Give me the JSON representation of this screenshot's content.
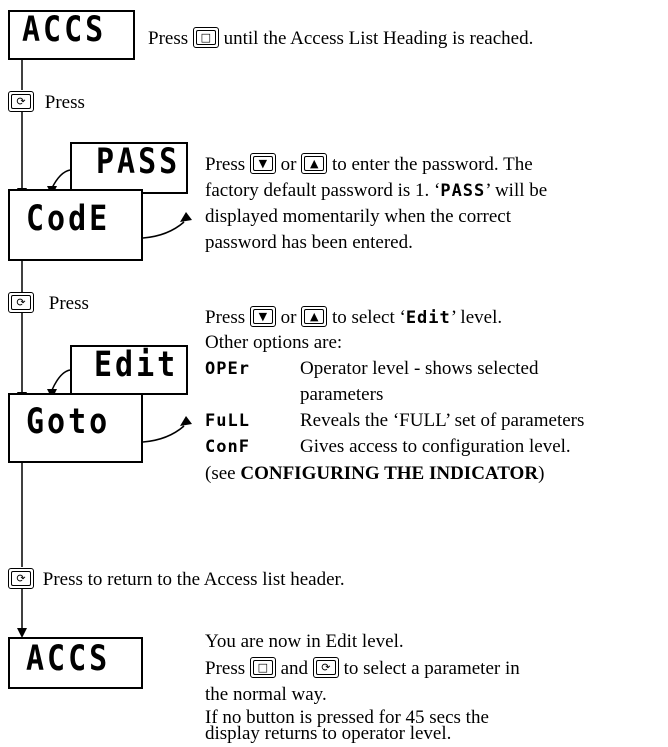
{
  "steps": {
    "s1": {
      "display": "ACCS",
      "pre": "Press",
      "post": "until the Access List Heading is reached."
    },
    "s2": {
      "press": "Press",
      "display_top": "PASS",
      "display_main": "CodE",
      "l1a": "Press",
      "l1b": "or",
      "l1c": "to enter the password.  The",
      "l2a": "factory default password is 1.  ‘",
      "l2_code": "PASS",
      "l2b": "’ will be",
      "l3": "displayed momentarily when the correct",
      "l4": "password has been entered."
    },
    "s3": {
      "press": "Press",
      "display_top": "Edit",
      "display_main": "Goto",
      "l1a": "Press",
      "l1b": "or",
      "l1c": "to select ‘",
      "l1_code": "Edit",
      "l1d": "’ level.",
      "l2": "Other options are:",
      "options": [
        {
          "code": "OPEr",
          "desc": "Operator level - shows selected"
        },
        {
          "code": "",
          "desc": "parameters"
        },
        {
          "code": "FuLL",
          "desc": "Reveals the ‘FULL’ set of parameters"
        },
        {
          "code": "ConF",
          "desc": "Gives access to configuration level."
        }
      ],
      "see_pre": "(see ",
      "see_bold": "CONFIGURING THE INDICATOR",
      "see_post": ")"
    },
    "s4": {
      "text": "Press to return to the Access list header."
    },
    "s5": {
      "display": "ACCS",
      "l1": "You are now in Edit level.",
      "l2a": "Press",
      "l2b": "and",
      "l2c": "to select a parameter in",
      "l3": "the normal way.",
      "l4": "If no button is pressed for 45 secs the",
      "l5": "display returns to operator level."
    }
  },
  "icons": {
    "page": "page-button-icon",
    "scroll": "scroll-button-icon",
    "down": "down-button-icon",
    "up": "up-button-icon"
  }
}
